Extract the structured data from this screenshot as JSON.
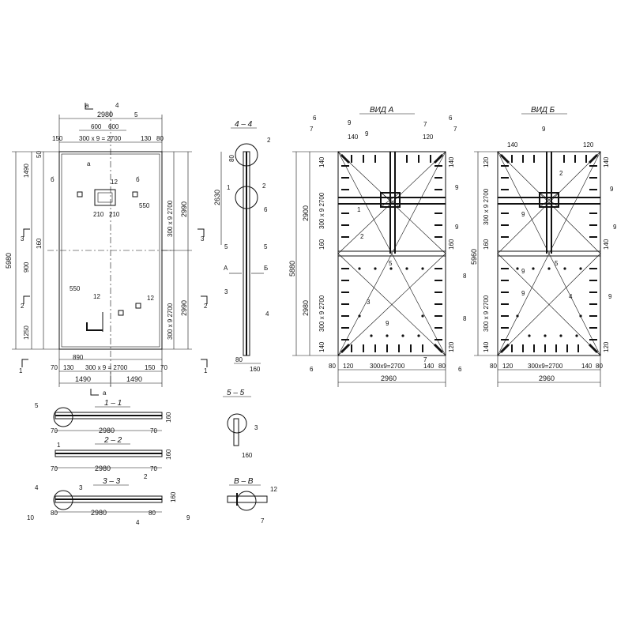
{
  "views": {
    "view_a": "ВИД А",
    "view_b": "ВИД Б"
  },
  "sections": {
    "s44": "4 – 4",
    "s11": "1 – 1",
    "s22": "2 – 2",
    "s33": "3 – 3",
    "s55": "5 – 5",
    "svv": "В – В"
  },
  "plan": {
    "overall_width": "2980",
    "overall_height": "5980",
    "top_spacing": "300 x 9 = 2700",
    "bottom_spacing": "300 x 9 = 2700",
    "side_spacing": "300 x 9  2700",
    "upper_half": "2990",
    "lower_half": "2990",
    "bottom_left": "1490",
    "bottom_right": "1490",
    "w600a": "600",
    "w600b": "600",
    "e150": "150",
    "e130": "130",
    "e80": "80",
    "e50": "50",
    "e70": "70",
    "e890": "890",
    "e1490": "1490",
    "e550": "550",
    "e160": "160",
    "e900": "900",
    "e1250": "1250",
    "e210a": "210",
    "e210b": "210",
    "e12": "12"
  },
  "section44": {
    "upper": "2630",
    "bottom80": "80",
    "bottom160": "160",
    "top80": "80",
    "label_a": "А",
    "label_b": "Б"
  },
  "viewA": {
    "width": "2960",
    "height": "5880",
    "upper": "2900",
    "lower": "2980",
    "spacing_h": "300x9=2700",
    "spacing_v": "300 x 9 2700",
    "d140": "140",
    "d120": "120",
    "d80": "80",
    "d160": "160"
  },
  "viewB": {
    "width": "2960",
    "height": "5960",
    "spacing_h": "300x9=2700",
    "spacing_v": "300 x 9 2700",
    "d140": "140",
    "d120": "120",
    "d80": "80",
    "d160": "160"
  },
  "bottom_sections": {
    "len1": "2980",
    "len2": "2980",
    "len3": "2980",
    "h160": "160",
    "e70": "70",
    "e80": "80"
  },
  "callouts": {
    "n1": "1",
    "n2": "2",
    "n3": "3",
    "n4": "4",
    "n5": "5",
    "n6": "6",
    "n7": "7",
    "n8": "8",
    "n9": "9",
    "n10": "10",
    "n12": "12"
  },
  "cut_letters": {
    "a": "а",
    "b": "б",
    "v": "В"
  }
}
